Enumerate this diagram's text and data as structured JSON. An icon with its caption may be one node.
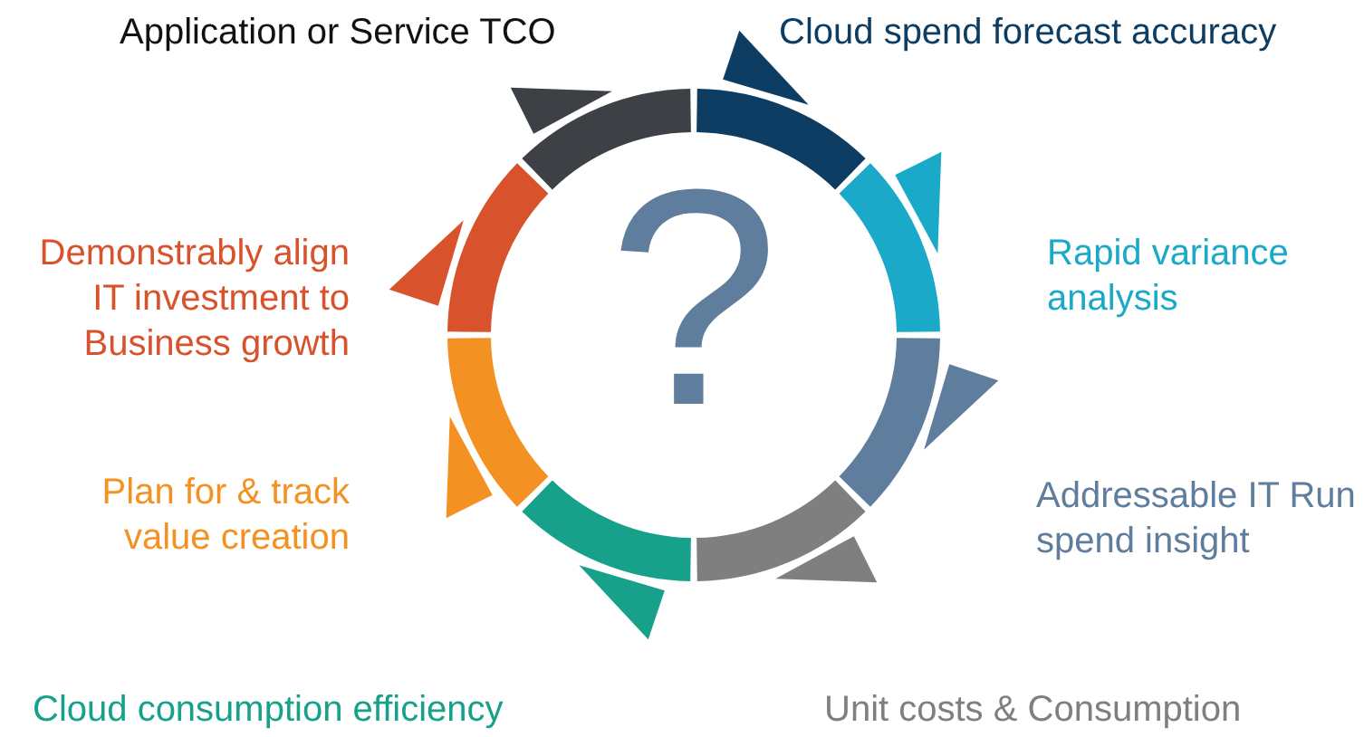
{
  "diagram": {
    "labels": [
      "Application or Service TCO",
      "Cloud spend forecast accuracy",
      "Demonstrably align IT investment to Business growth",
      "?",
      "Rapid variance analysis",
      "Plan for & track value creation",
      "Addressable IT Run spend insight",
      "Cloud consumption efficiency",
      "Unit costs & Consumption"
    ]
  }
}
